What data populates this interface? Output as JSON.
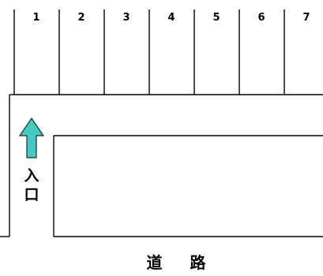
{
  "parking_map": {
    "spaces": [
      {
        "number": "1"
      },
      {
        "number": "2"
      },
      {
        "number": "3"
      },
      {
        "number": "4"
      },
      {
        "number": "5"
      },
      {
        "number": "6"
      },
      {
        "number": "7"
      }
    ],
    "entrance_label_1": "入",
    "entrance_label_2": "口",
    "road_label": "道 路",
    "entrance_arrow_icon": "up-arrow-icon",
    "arrow_color": "#44c9c3"
  }
}
